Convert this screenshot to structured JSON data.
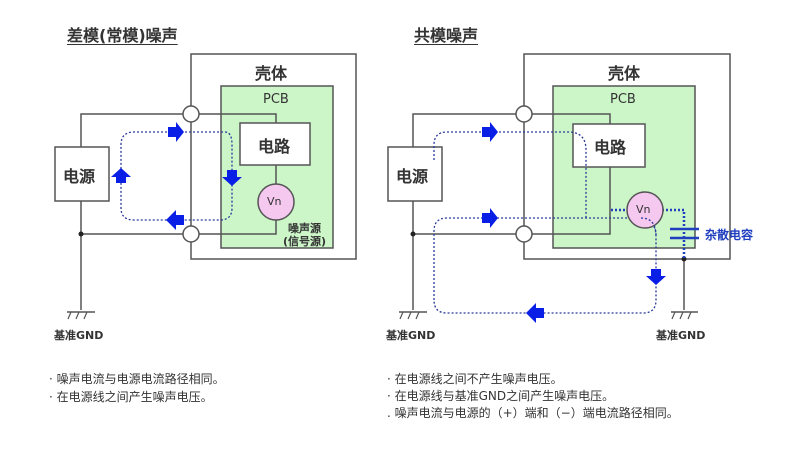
{
  "left": {
    "title": "差模(常模)噪声",
    "enclosure_label": "壳体",
    "pcb_label": "PCB",
    "circuit_label": "电路",
    "power_label": "电源",
    "vn_label": "Vn",
    "noise_source_label_1": "噪声源",
    "noise_source_label_2": "(信号源)",
    "gnd_label": "基准GND",
    "notes": [
      "· 噪声电流与电源电流路径相同。",
      "· 在电源线之间产生噪声电压。"
    ]
  },
  "right": {
    "title": "共模噪声",
    "enclosure_label": "壳体",
    "pcb_label": "PCB",
    "circuit_label": "电路",
    "power_label": "电源",
    "vn_label": "Vn",
    "stray_cap_label": "杂散电容",
    "gnd_label_left": "基准GND",
    "gnd_label_right": "基准GND",
    "notes": [
      "· 在电源线之间不产生噪声电压。",
      "· 在电源线与基准GND之间产生噪声电压。",
      ". 噪声电流与电源的（+）端和（−）端电流路径相同。"
    ]
  },
  "colors": {
    "pcb_fill": "#ccf5c8",
    "vn_fill": "#f5c8f0",
    "arrow": "#0a1fe6",
    "dotted_path": "#2a3a9a",
    "wire": "#555555",
    "stray_cap": "#1f3fbf"
  }
}
